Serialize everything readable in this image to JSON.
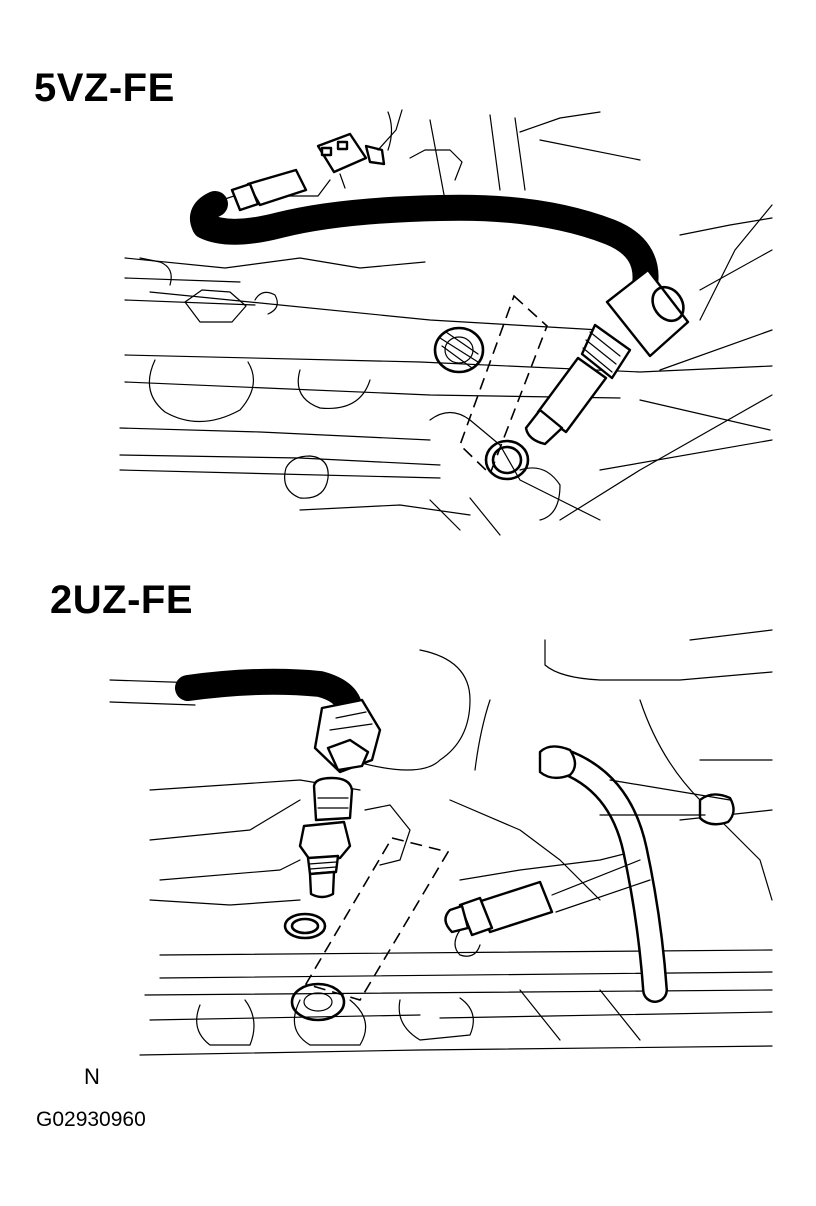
{
  "figure": {
    "top_panel_title": "5VZ-FE",
    "bottom_panel_title": "2UZ-FE",
    "marker": "N",
    "figure_code": "G02930960"
  },
  "illustrations": [
    {
      "panel": "top",
      "parts": [
        "wire-harness",
        "connector",
        "sensor",
        "gasket",
        "mounting-hole"
      ]
    },
    {
      "panel": "bottom",
      "parts": [
        "wire-harness",
        "connector",
        "sensor",
        "gasket",
        "mounting-hole"
      ]
    }
  ]
}
